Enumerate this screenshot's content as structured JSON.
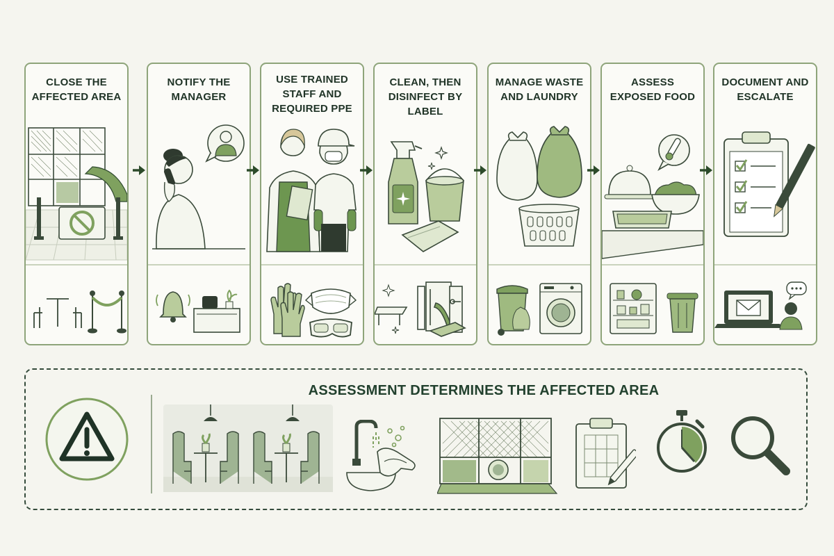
{
  "steps": [
    {
      "title": [
        "CLOSE THE",
        "AFFECTED AREA"
      ],
      "main_icon": "closed-play-area-icon",
      "bottom_icons": [
        "dining-table-icon",
        "rope-barrier-icon"
      ]
    },
    {
      "title": [
        "NOTIFY THE",
        "MANAGER"
      ],
      "main_icon": "person-on-phone-icon",
      "bottom_icons": [
        "bell-icon",
        "manager-desk-icon"
      ]
    },
    {
      "title": [
        "USE TRAINED",
        "STAFF AND",
        "REQUIRED PPE"
      ],
      "main_icon": "trained-staff-icon",
      "bottom_icons": [
        "gloves-icon",
        "face-mask-icon",
        "goggles-icon"
      ]
    },
    {
      "title": [
        "CLEAN, THEN",
        "DISINFECT BY LABEL"
      ],
      "main_icon": "cleaning-supplies-icon",
      "bottom_icons": [
        "surfaces-icon"
      ]
    },
    {
      "title": [
        "MANAGE WASTE",
        "AND LAUNDRY"
      ],
      "main_icon": "waste-bags-laundry-icon",
      "bottom_icons": [
        "waste-bin-icon",
        "washing-machine-icon"
      ]
    },
    {
      "title": [
        "ASSESS",
        "EXPOSED FOOD"
      ],
      "main_icon": "exposed-food-icon",
      "bottom_icons": [
        "refrigerator-icon",
        "trash-can-icon"
      ]
    },
    {
      "title": [
        "DOCUMENT AND",
        "ESCALATE"
      ],
      "main_icon": "checklist-clipboard-icon",
      "bottom_icons": [
        "laptop-email-icon"
      ]
    }
  ],
  "assessment": {
    "title": "ASSESSMENT DETERMINES THE AFFECTED AREA",
    "icons": [
      "warning-icon",
      "dining-area-icon",
      "handwashing-icon",
      "play-area-icon",
      "floor-plan-clipboard-icon",
      "stopwatch-icon",
      "magnifier-icon"
    ]
  },
  "colors": {
    "border": "#8ea47a",
    "accent": "#7fa15f",
    "dark": "#1f3326",
    "light_green": "#b9cc9c"
  }
}
